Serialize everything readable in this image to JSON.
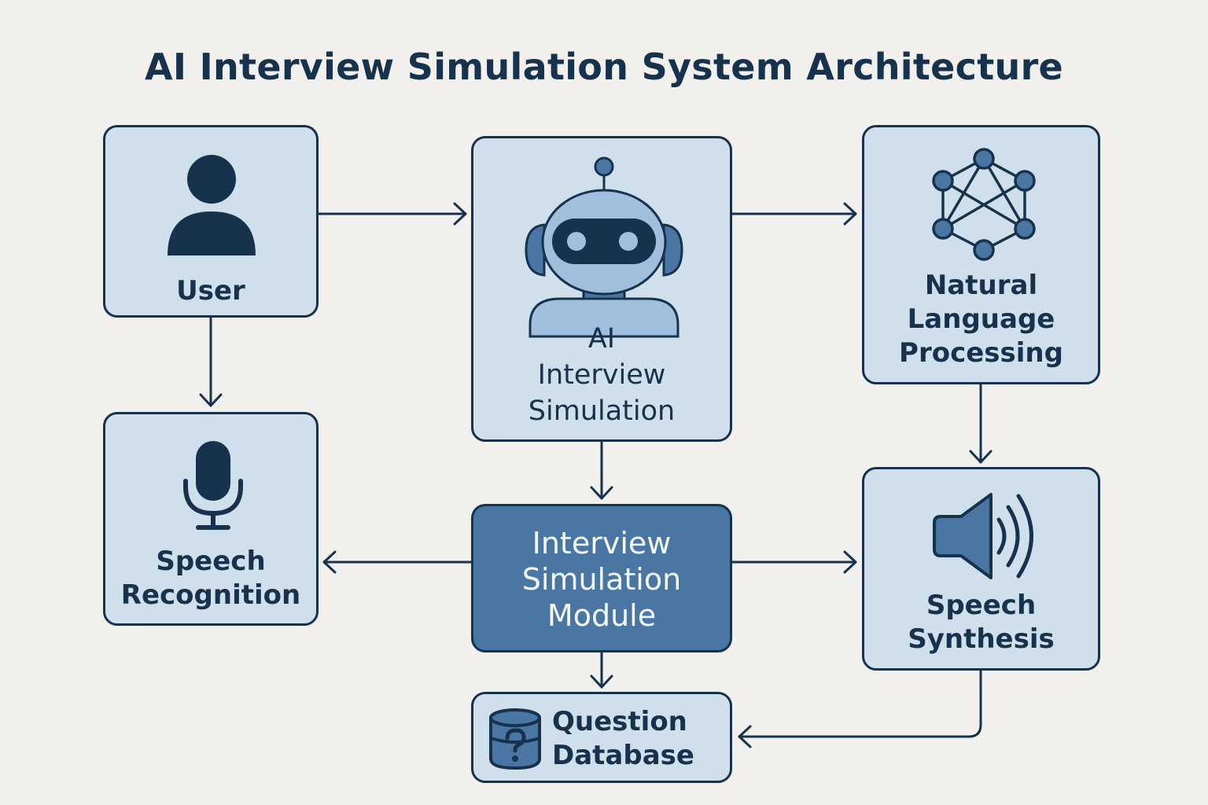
{
  "title": "AI Interview Simulation System Architecture",
  "colors": {
    "background": "#f1f0ed",
    "node_fill": "#cfe0ec",
    "node_border": "#17324d",
    "primary_fill": "#4a76a3",
    "icon_accent": "#4a76a3",
    "text": "#17324d"
  },
  "nodes": {
    "user": {
      "label": "User",
      "icon": "user-icon"
    },
    "ai_sim": {
      "label": "AI\nInterview\nSimulation",
      "icon": "robot-icon"
    },
    "nlp": {
      "label": "Natural\nLanguage\nProcessing",
      "icon": "network-icon"
    },
    "speech_rec": {
      "label": "Speech\nRecognition",
      "icon": "microphone-icon"
    },
    "module": {
      "label": "Interview\nSimulation\nModule",
      "icon": ""
    },
    "speech_syn": {
      "label": "Speech\nSynthesis",
      "icon": "speaker-icon"
    },
    "question_db": {
      "label": "Question\nDatabase",
      "icon": "database-question-icon"
    }
  },
  "edges": [
    {
      "from": "user",
      "to": "ai_sim"
    },
    {
      "from": "ai_sim",
      "to": "nlp"
    },
    {
      "from": "user",
      "to": "speech_rec"
    },
    {
      "from": "ai_sim",
      "to": "module"
    },
    {
      "from": "nlp",
      "to": "speech_syn"
    },
    {
      "from": "module",
      "to": "speech_rec"
    },
    {
      "from": "module",
      "to": "speech_syn"
    },
    {
      "from": "module",
      "to": "question_db"
    },
    {
      "from": "speech_syn",
      "to": "question_db"
    }
  ]
}
